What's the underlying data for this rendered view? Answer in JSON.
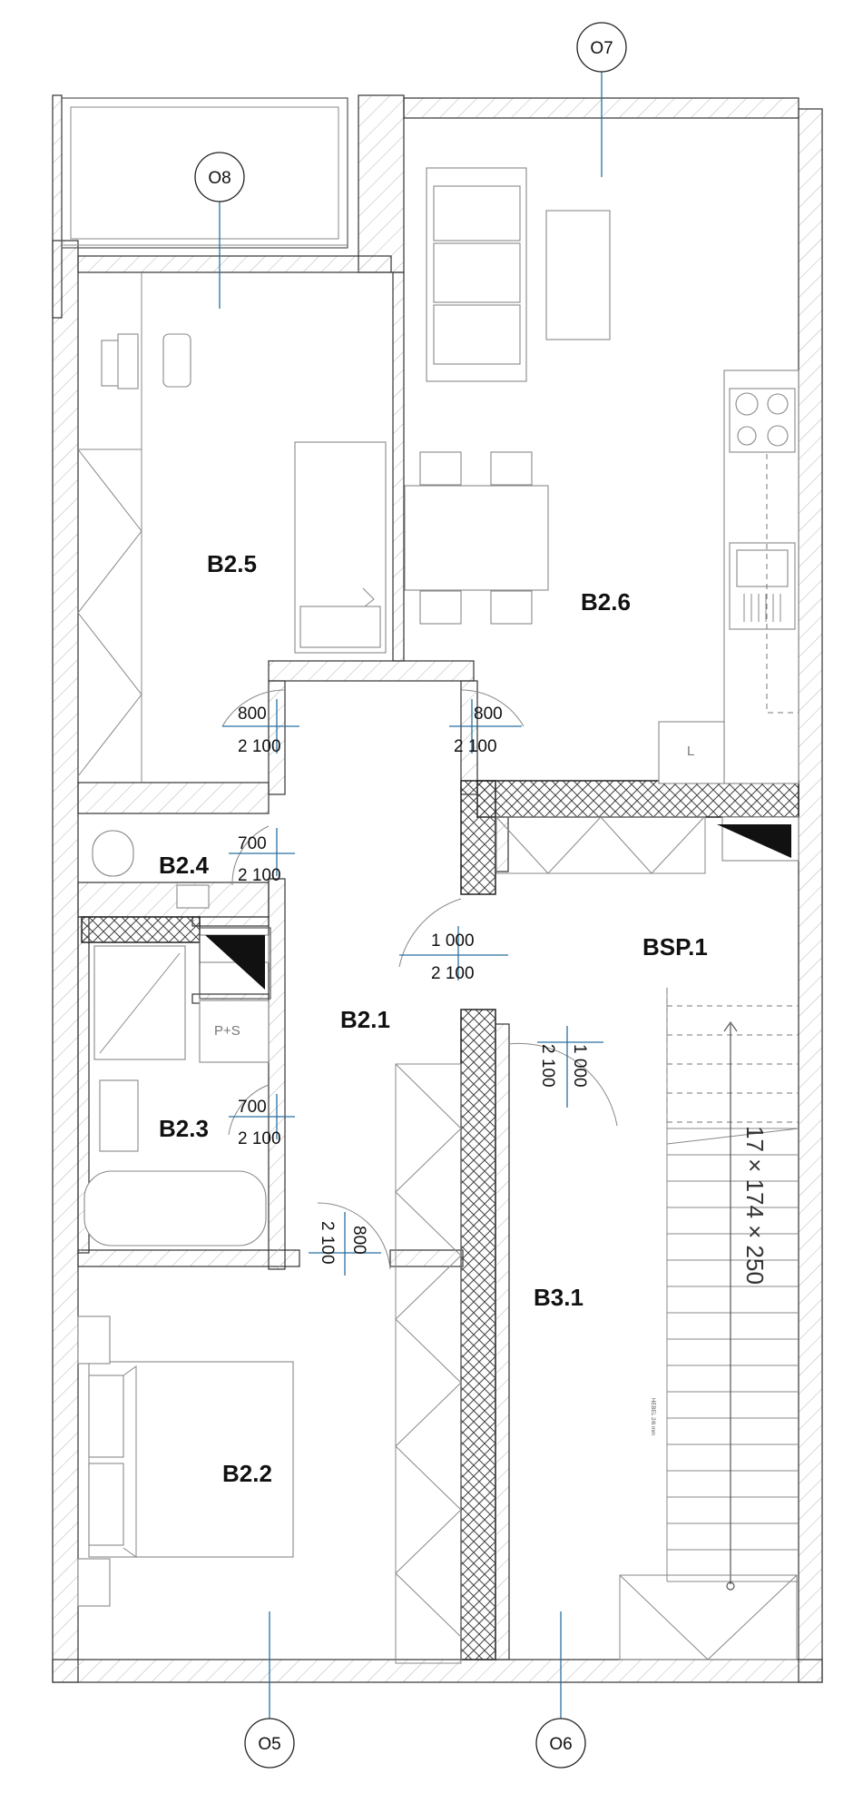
{
  "rooms": {
    "b2_1": "B2.1",
    "b2_2": "B2.2",
    "b2_3": "B2.3",
    "b2_4": "B2.4",
    "b2_5": "B2.5",
    "b2_6": "B2.6",
    "b3_1": "B3.1",
    "bsp_1": "BSP.1"
  },
  "tags": {
    "o5": "O5",
    "o6": "O6",
    "o7": "O7",
    "o8": "O8"
  },
  "doors": {
    "b25_w": "800",
    "b25_h": "2 100",
    "b26_w": "800",
    "b26_h": "2 100",
    "b24_w": "700",
    "b24_h": "2 100",
    "b23_w": "700",
    "b23_h": "2 100",
    "bsp_w": "1 000",
    "bsp_h": "2 100",
    "stair_w": "1 000",
    "stair_h": "2 100",
    "b22_w": "800",
    "b22_h": "2 100"
  },
  "labels": {
    "shaft": "P+S",
    "fridge": "L"
  },
  "stair": {
    "spec": "17 × 174 × 250",
    "note": "HEBEL 2/6 mm"
  }
}
